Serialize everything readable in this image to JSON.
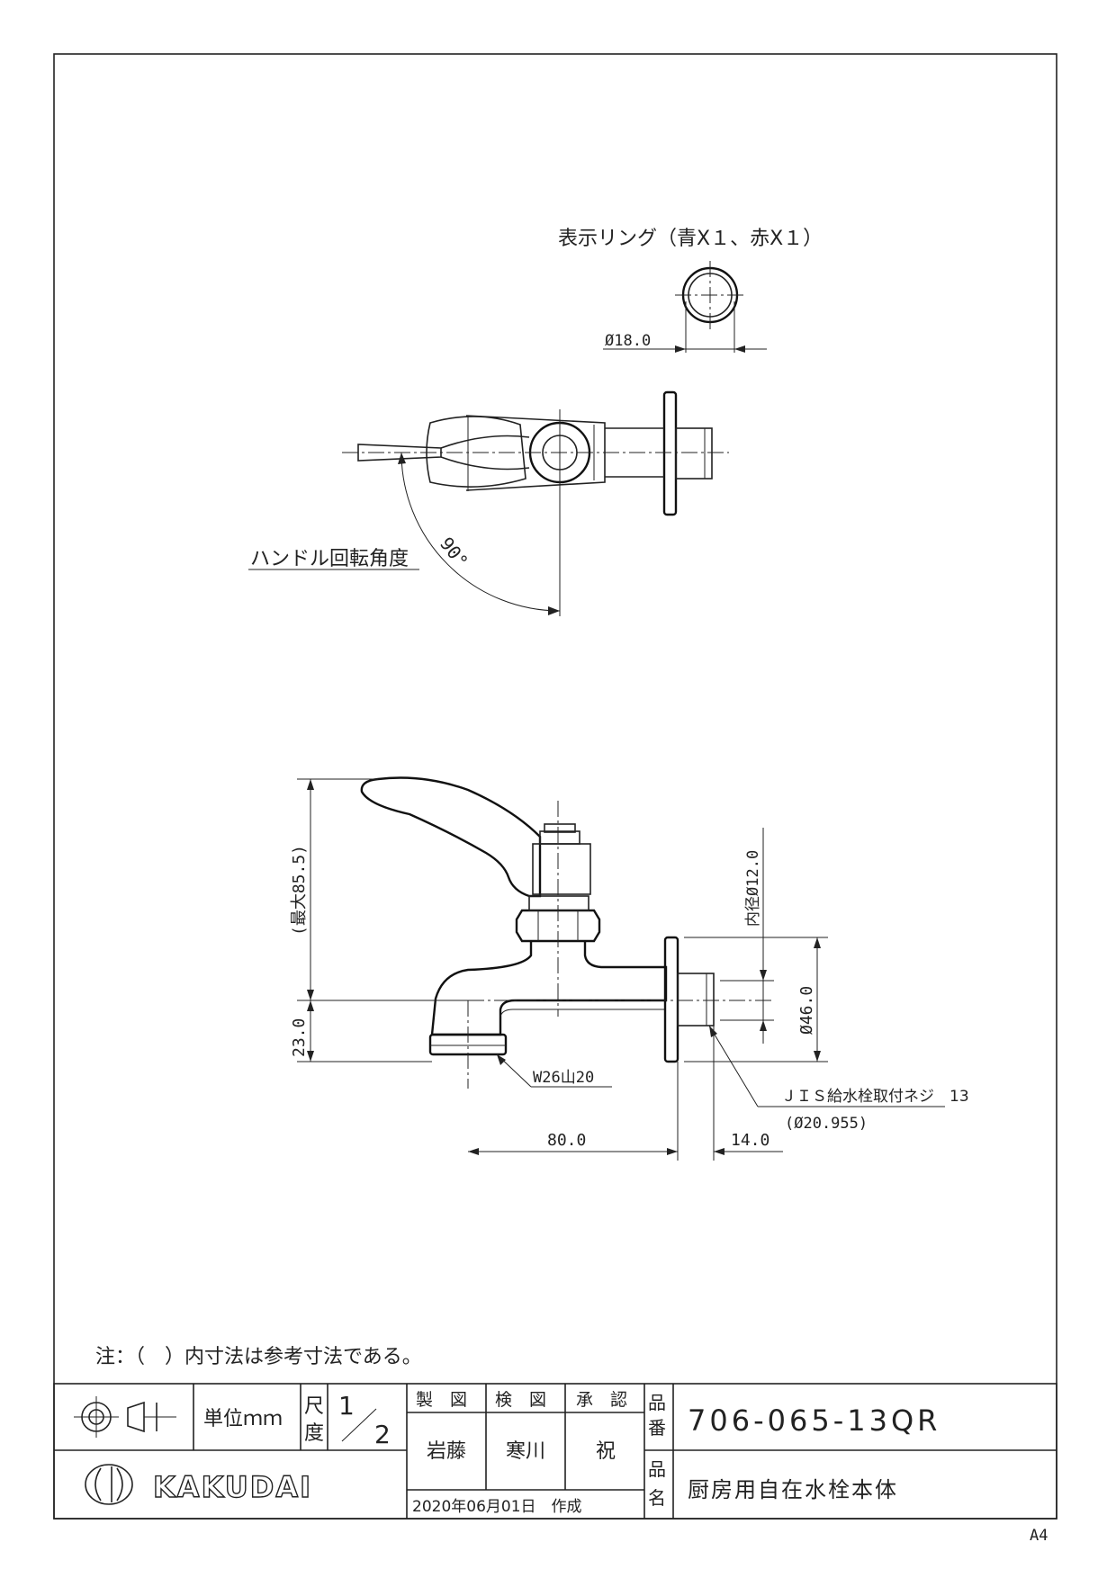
{
  "drawing": {
    "ring_label": "表示リング（青X１、赤X１）",
    "ring_dia": "Ø18.0",
    "handle_angle_label": "ハンドル回転角度",
    "angle_value": "90°",
    "height_max": "(最大85.5)",
    "height_low": "23.0",
    "inner_dia": "内径Ø12.0",
    "flange_dia": "Ø46.0",
    "thread_w": "W26山20",
    "jis_label": "ＪＩＳ給水栓取付ネジ　13",
    "jis_dia": "(Ø20.955)",
    "dim_80": "80.0",
    "dim_14": "14.0",
    "note": "注：（　）内寸法は参考寸法である。"
  },
  "title_block": {
    "unit": "単位ｍｍ",
    "scale_label_1": "尺",
    "scale_label_2": "度",
    "scale_num": "1",
    "scale_den": "2",
    "drawn_h": "製　図",
    "checked_h": "検　図",
    "approved_h": "承　認",
    "drawn_by": "岩藤",
    "checked_by": "寒川",
    "approved_by": "祝",
    "date": "2020年06月01日　作成",
    "part_no_label_1": "品",
    "part_no_label_2": "番",
    "part_no": "706-065-13QR",
    "name_label_1": "品",
    "name_label_2": "名",
    "part_name": "厨房用自在水栓本体",
    "brand": "KAKUDAI",
    "paper": "A4"
  }
}
